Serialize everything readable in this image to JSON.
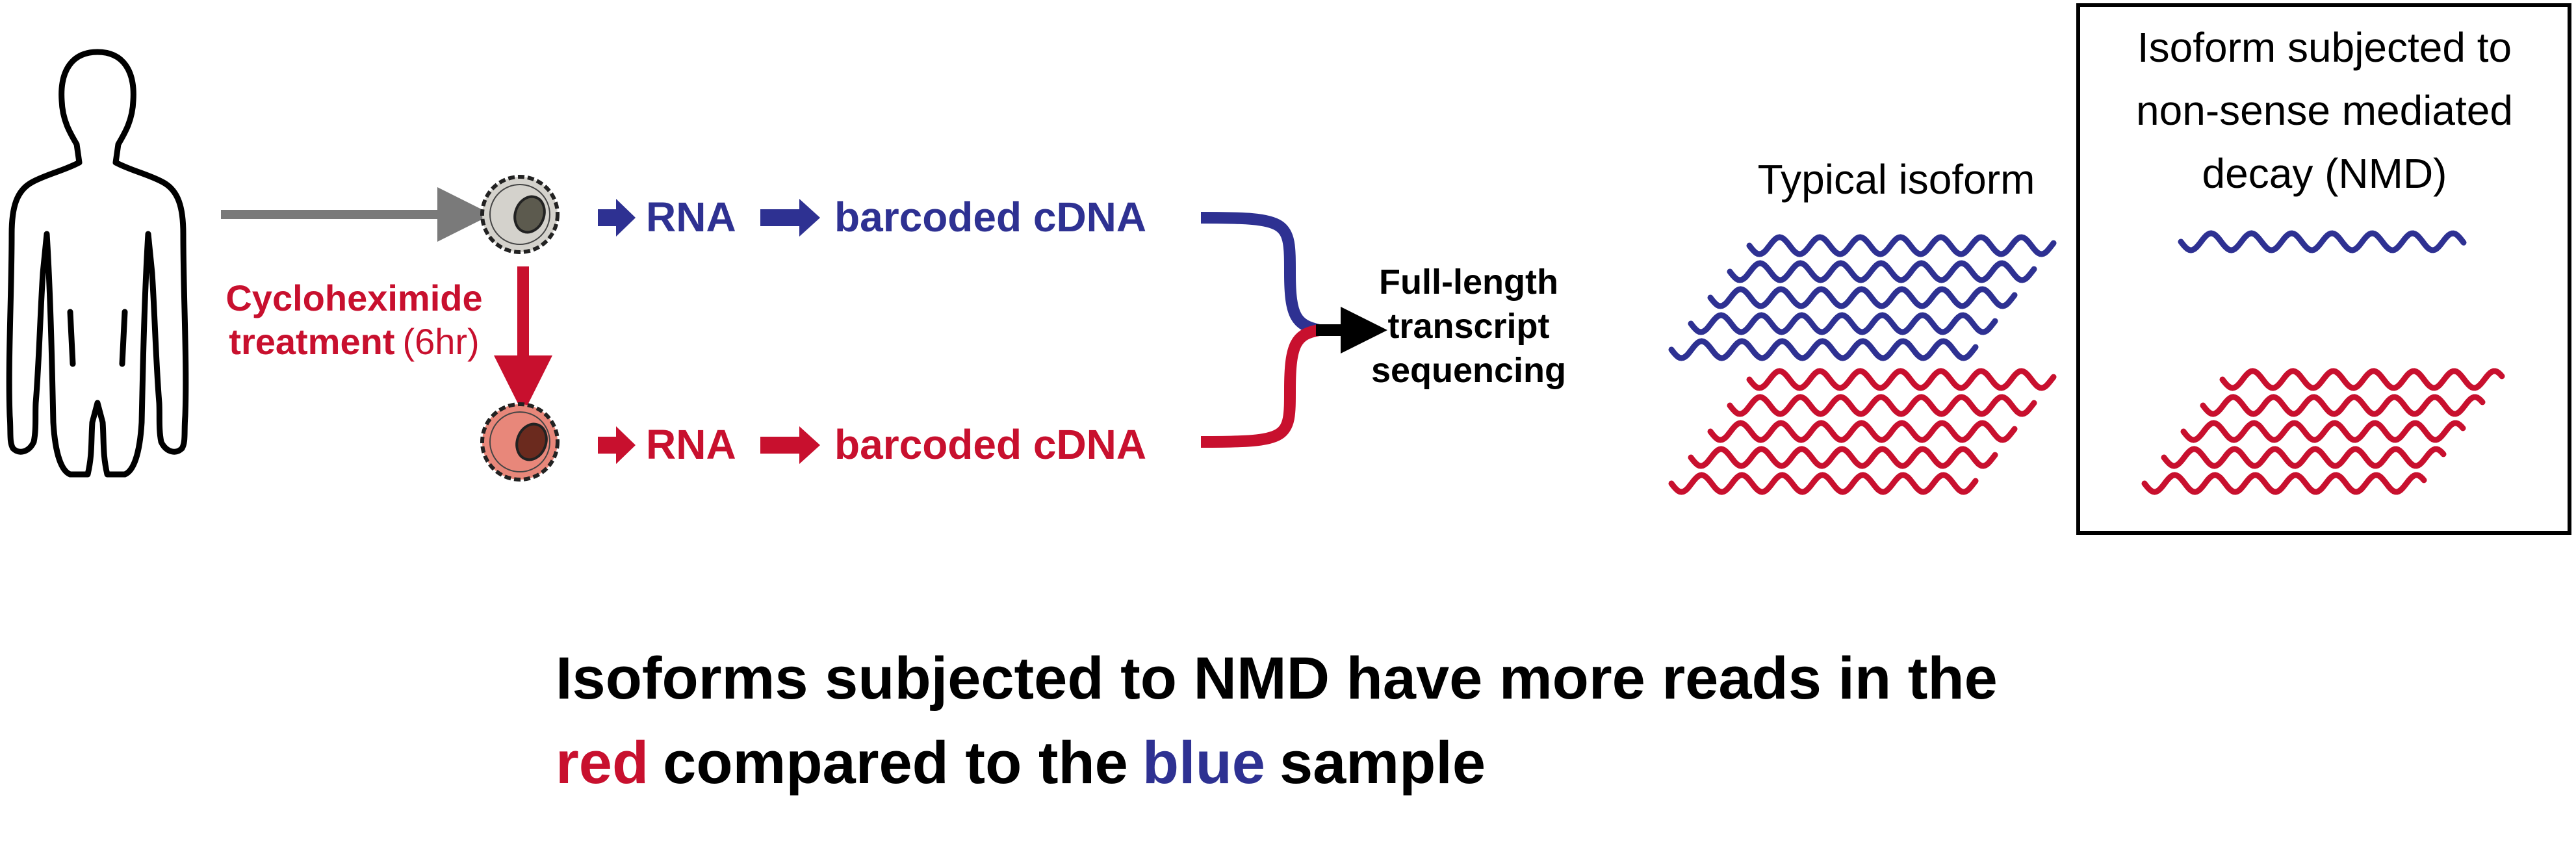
{
  "colors": {
    "blue": "#2e3192",
    "red": "#c8102e",
    "gray": "#7a7a7a",
    "black": "#000000",
    "cell_gray_fill": "#d4d2cc",
    "cell_red_fill": "#e8877a",
    "nucleus_gray": "#5c5a4e",
    "nucleus_red": "#6b2a1e"
  },
  "icons": {
    "person": "human-silhouette-icon",
    "untreated_cell": "cell-icon",
    "treated_cell": "cell-icon"
  },
  "treatment": {
    "line1": "Cycloheximide",
    "line2_bold": "treatment",
    "line2_normal": "(6hr)"
  },
  "top_branch": {
    "rna": "RNA",
    "cdna": "barcoded cDNA"
  },
  "bottom_branch": {
    "rna": "RNA",
    "cdna": "barcoded cDNA"
  },
  "sequencing": {
    "lines": [
      "Full-length",
      "transcript",
      "sequencing"
    ]
  },
  "typical": {
    "label": "Typical isoform",
    "blue_reads": 5,
    "red_reads": 5
  },
  "nmd": {
    "label_lines": [
      "Isoform subjected to",
      "non-sense mediated",
      "decay (NMD)"
    ],
    "blue_reads": 1,
    "red_reads": 5
  },
  "conclusion": {
    "line1": "Isoforms subjected to NMD have more reads in the",
    "line2_red": "red",
    "line2_mid": "compared to the",
    "line2_blue": "blue",
    "line2_end": "sample"
  }
}
